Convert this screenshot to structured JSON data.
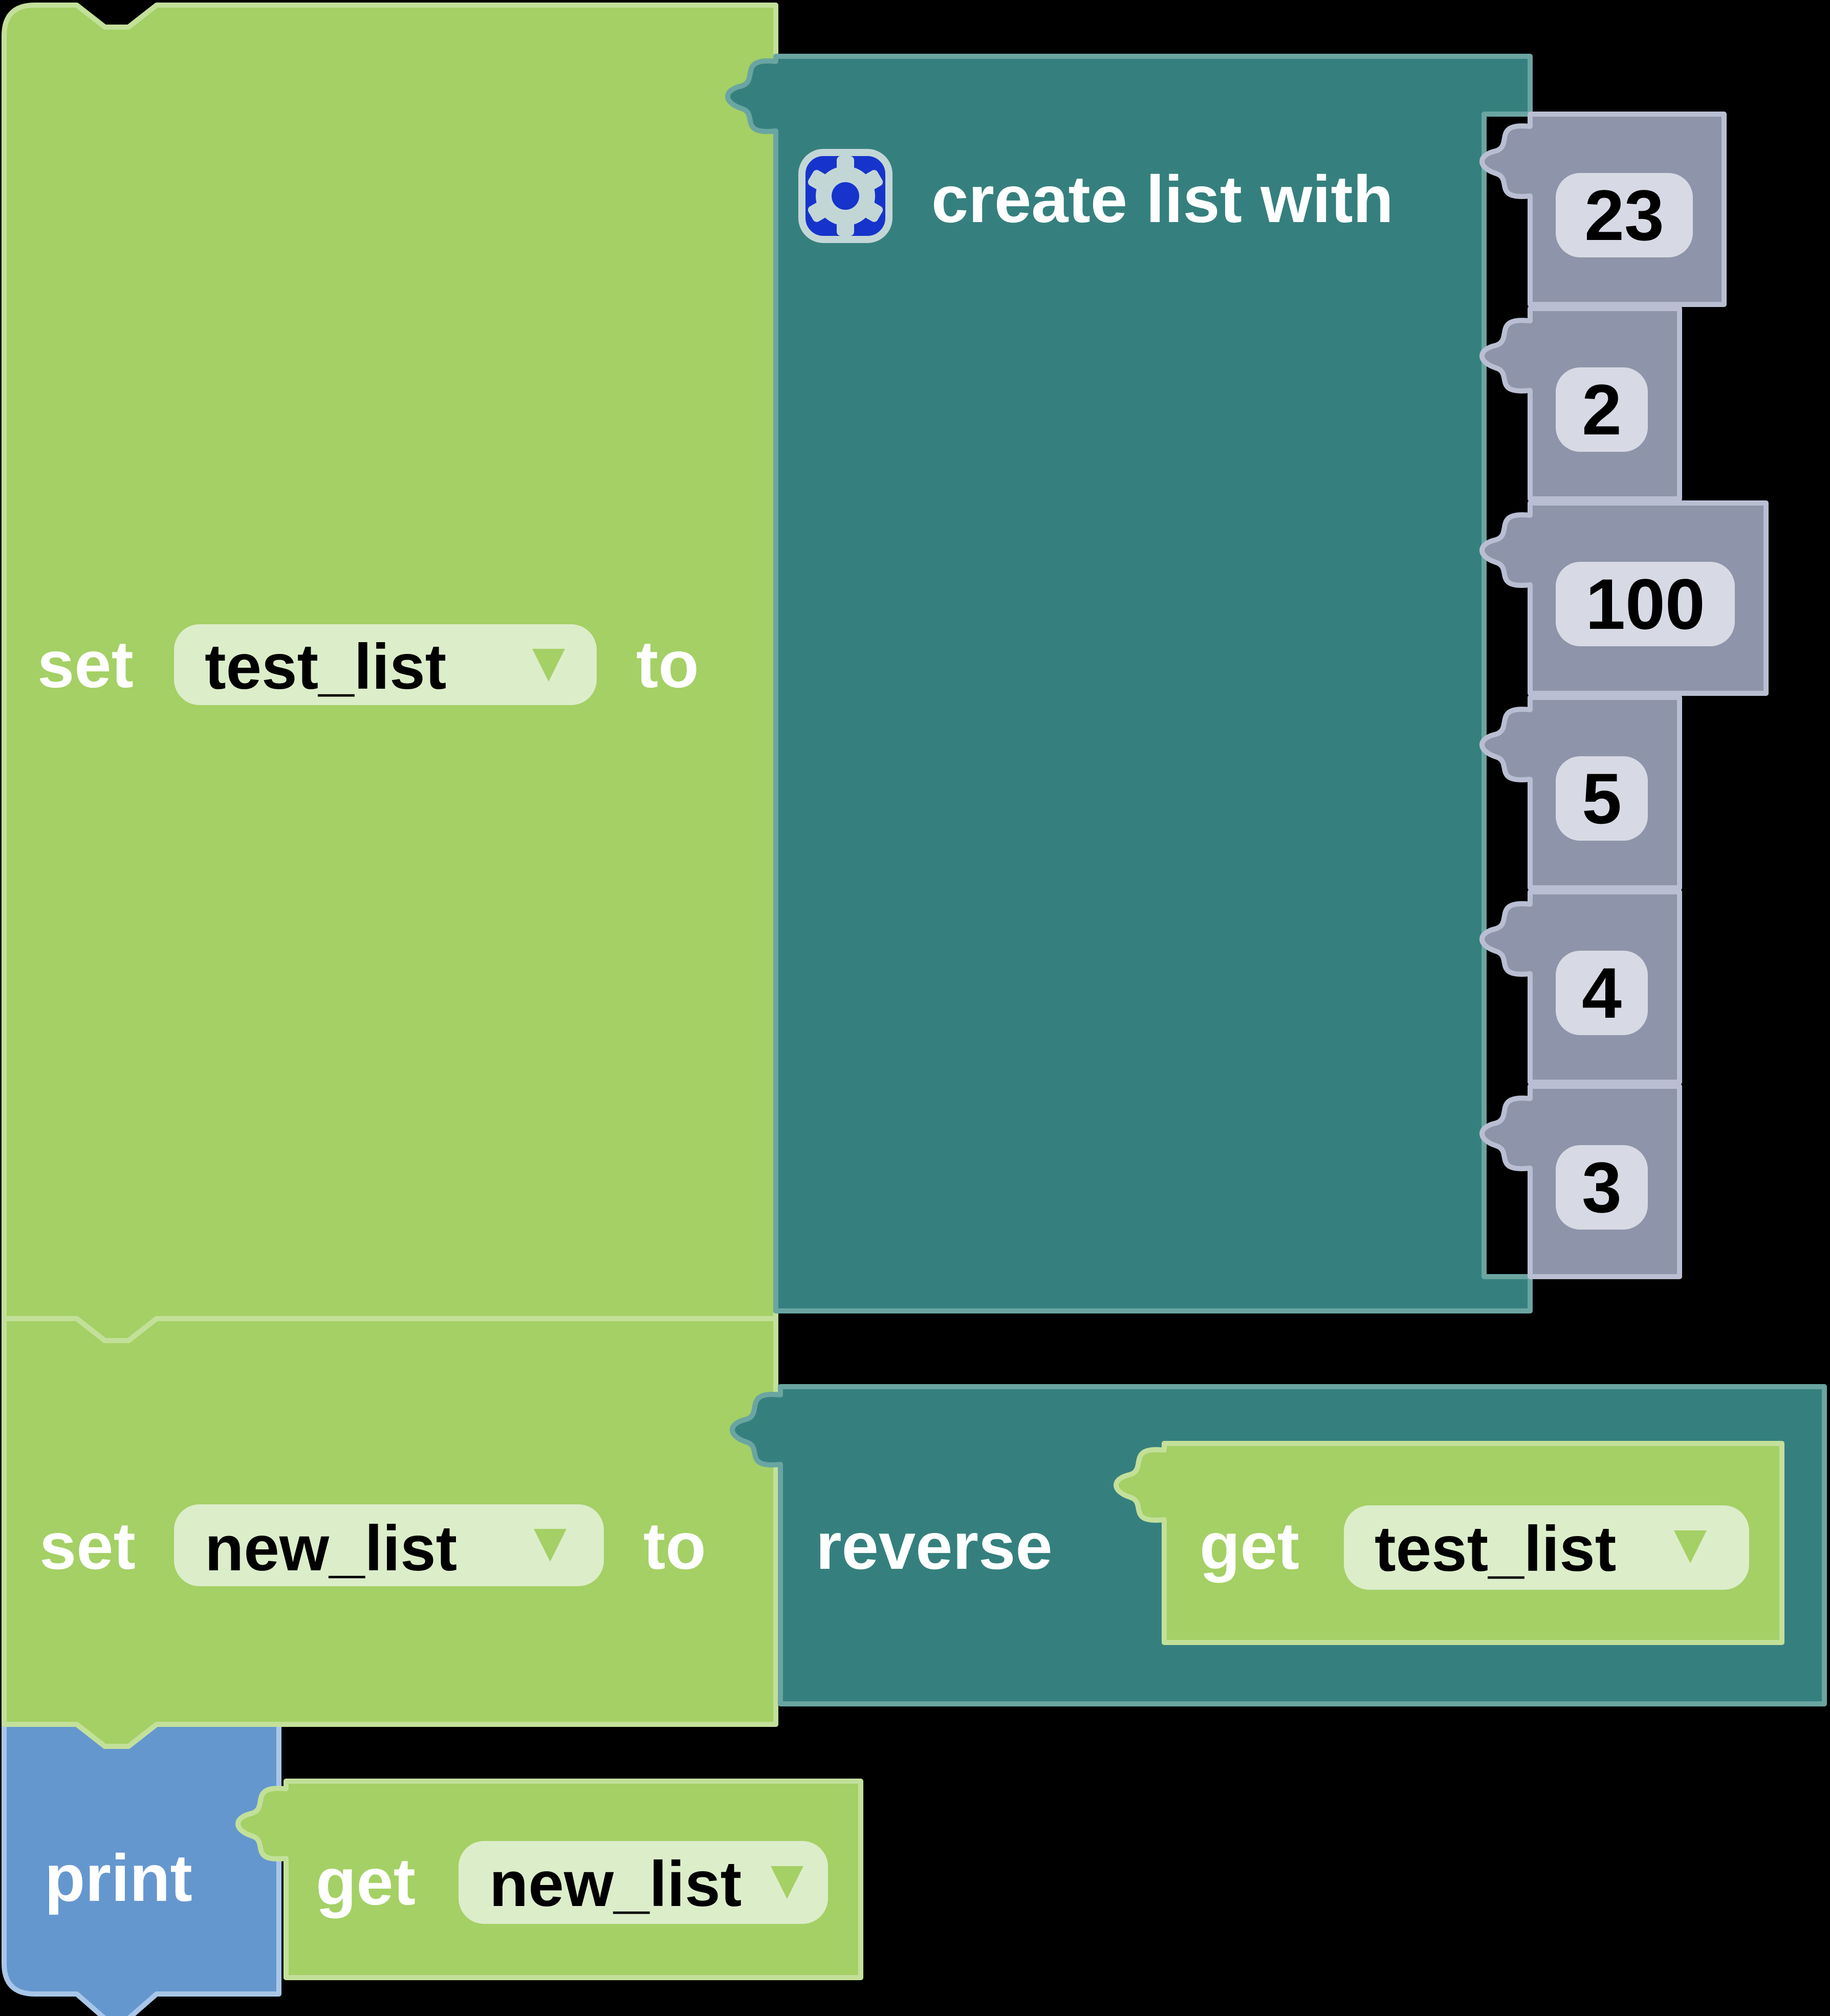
{
  "workspace": {
    "type": "blockly-visual-programming-canvas"
  },
  "colors": {
    "background": "#000000",
    "variable_block": "#a4d065",
    "variable_block_border": "#c3e09a",
    "variable_field_bg": "#dcedca",
    "list_block": "#35807e",
    "list_block_border": "#6aa5a2",
    "number_block": "#8e94a9",
    "number_block_border": "#b9bed2",
    "number_field_bg": "#d7dae4",
    "print_block": "#6597cf",
    "print_block_border": "#a9c6e8",
    "mutator_icon_bg": "#1634cb",
    "mutator_icon_fg": "#c3d6d6",
    "label_text": "#ffffff",
    "field_text": "#000000"
  },
  "icons": {
    "mutator": "gear-icon",
    "dropdown": "triangle-down-icon"
  },
  "blocks": {
    "set_test_list": {
      "set_label": "set",
      "variable": "test_list",
      "to_label": "to"
    },
    "create_list": {
      "label": "create list with",
      "items": [
        "23",
        "2",
        "100",
        "5",
        "4",
        "3"
      ]
    },
    "set_new_list": {
      "set_label": "set",
      "variable": "new_list",
      "to_label": "to"
    },
    "reverse": {
      "label": "reverse"
    },
    "get_test_list": {
      "get_label": "get",
      "variable": "test_list"
    },
    "print": {
      "label": "print"
    },
    "get_new_list": {
      "get_label": "get",
      "variable": "new_list"
    }
  }
}
